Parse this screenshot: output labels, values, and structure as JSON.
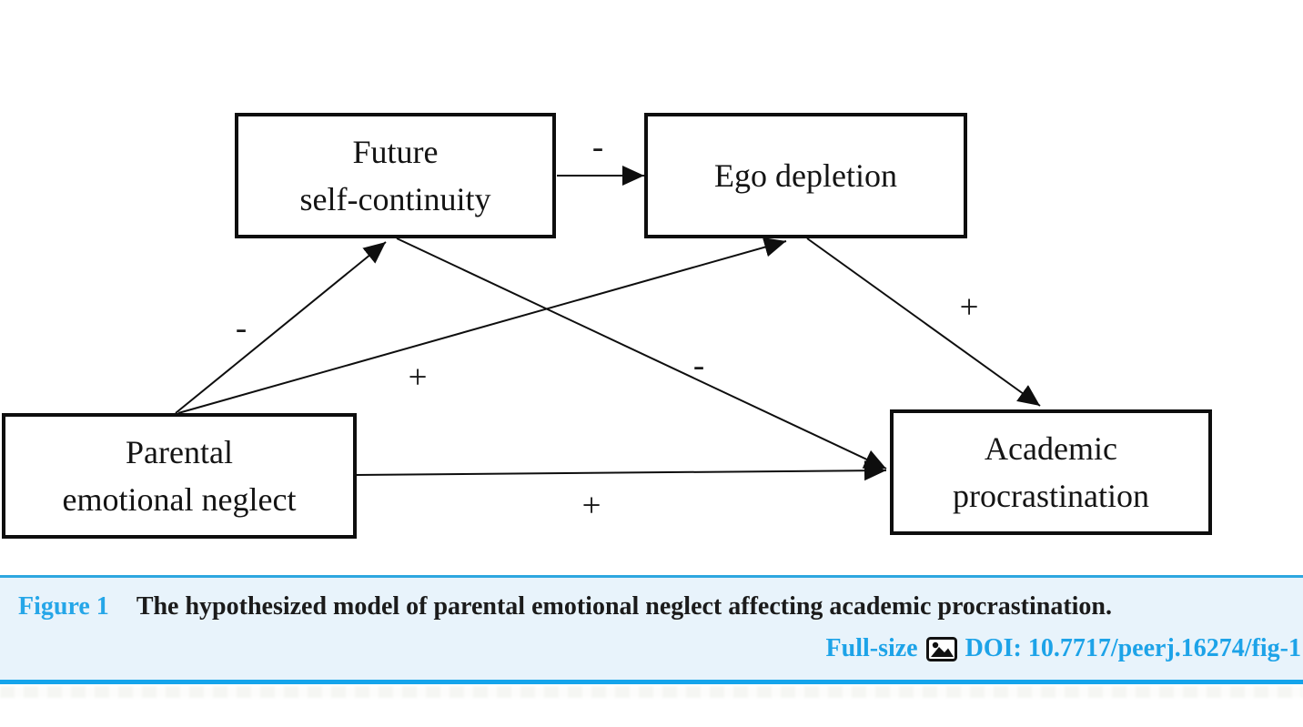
{
  "diagram": {
    "nodes": {
      "future_self_continuity": {
        "line1": "Future",
        "line2": "self-continuity"
      },
      "ego_depletion": {
        "line1": "Ego depletion"
      },
      "parental_emotional_neglect": {
        "line1": "Parental",
        "line2": "emotional neglect"
      },
      "academic_procrastination": {
        "line1": "Academic",
        "line2": "procrastination"
      }
    },
    "edges": [
      {
        "from": "future_self_continuity",
        "to": "ego_depletion",
        "sign": "-"
      },
      {
        "from": "parental_emotional_neglect",
        "to": "future_self_continuity",
        "sign": "-"
      },
      {
        "from": "parental_emotional_neglect",
        "to": "ego_depletion",
        "sign": "+"
      },
      {
        "from": "future_self_continuity",
        "to": "academic_procrastination",
        "sign": "-"
      },
      {
        "from": "ego_depletion",
        "to": "academic_procrastination",
        "sign": "+"
      },
      {
        "from": "parental_emotional_neglect",
        "to": "academic_procrastination",
        "sign": "+"
      }
    ],
    "edge_signs": {
      "fsc_to_ed": "-",
      "pen_to_fsc": "-",
      "pen_to_ed": "+",
      "fsc_to_ap": "-",
      "ed_to_ap": "+",
      "pen_to_ap": "+"
    }
  },
  "caption": {
    "figure_label": "Figure 1",
    "title": "The hypothesized model of parental emotional neglect affecting academic procrastination.",
    "fullsize_label": "Full-size",
    "image_icon": "image-icon",
    "doi_text": "DOI: 10.7717/peerj.16274/fig-1"
  },
  "colors": {
    "link_blue": "#1da3e8",
    "figure_label_blue": "#25a6e8",
    "caption_background": "#e8f3fb",
    "rule_top": "#2da7e0",
    "rule_bottom": "#14a4eb",
    "diagram_ink": "#0e0e0e"
  }
}
